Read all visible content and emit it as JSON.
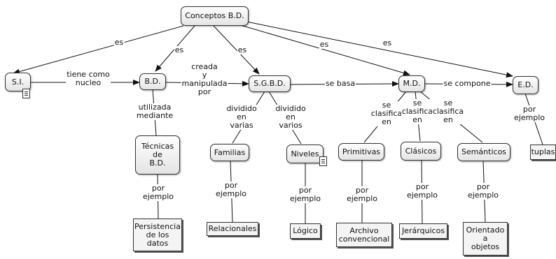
{
  "concepts": {
    "root": "Conceptos B.D.",
    "si": "S.I.",
    "bd": "B.D.",
    "sgbd": "S.G.B.D.",
    "md": "M.D.",
    "ed": "E.D.",
    "tecnicas": "Técnicas\nde\nB.D.",
    "familias": "Familias",
    "niveles": "Niveles",
    "primitivas": "Primitivas",
    "clasicos": "Clásicos",
    "semanticos": "Semánticos",
    "persistencia": "Persistencia\nde los\ndatos",
    "relacionales": "Relacionales",
    "logico": "Lógico",
    "archivo": "Archivo\nconvencional",
    "jerarquicos": "Jerárquicos",
    "orientado": "Orientado\na\nobjetos",
    "tuplas": "tuplas"
  },
  "links": {
    "es_si": "es",
    "es_bd": "es",
    "es_sgbd": "es",
    "es_md": "es",
    "es_ed": "es",
    "tiene_como_nucleo": "tiene como\nnucleo",
    "creada_manipulada": "creada\ny\nmanipulada\npor",
    "se_basa": "se basa",
    "se_compone": "se compone",
    "utilizada_mediante": "utilizada\nmediante",
    "dividido_varias": "dividido\nen\nvarias",
    "dividido_varios": "dividido\nen\nvarios",
    "se_clasifica_1": "se\nclasifica\nen",
    "se_clasifica_2": "se\nclasifica\nen",
    "se_clasifica_3": "se\nclasifica\nen",
    "por_ejemplo_ed": "por\nejemplo",
    "por_ejemplo_tec": "por\nejemplo",
    "por_ejemplo_fam": "por\nejemplo",
    "por_ejemplo_niv": "por\nejemplo",
    "por_ejemplo_pri": "por\nejemplo",
    "por_ejemplo_cla": "por\nejemplo",
    "por_ejemplo_sem": "por\nejemplo"
  }
}
